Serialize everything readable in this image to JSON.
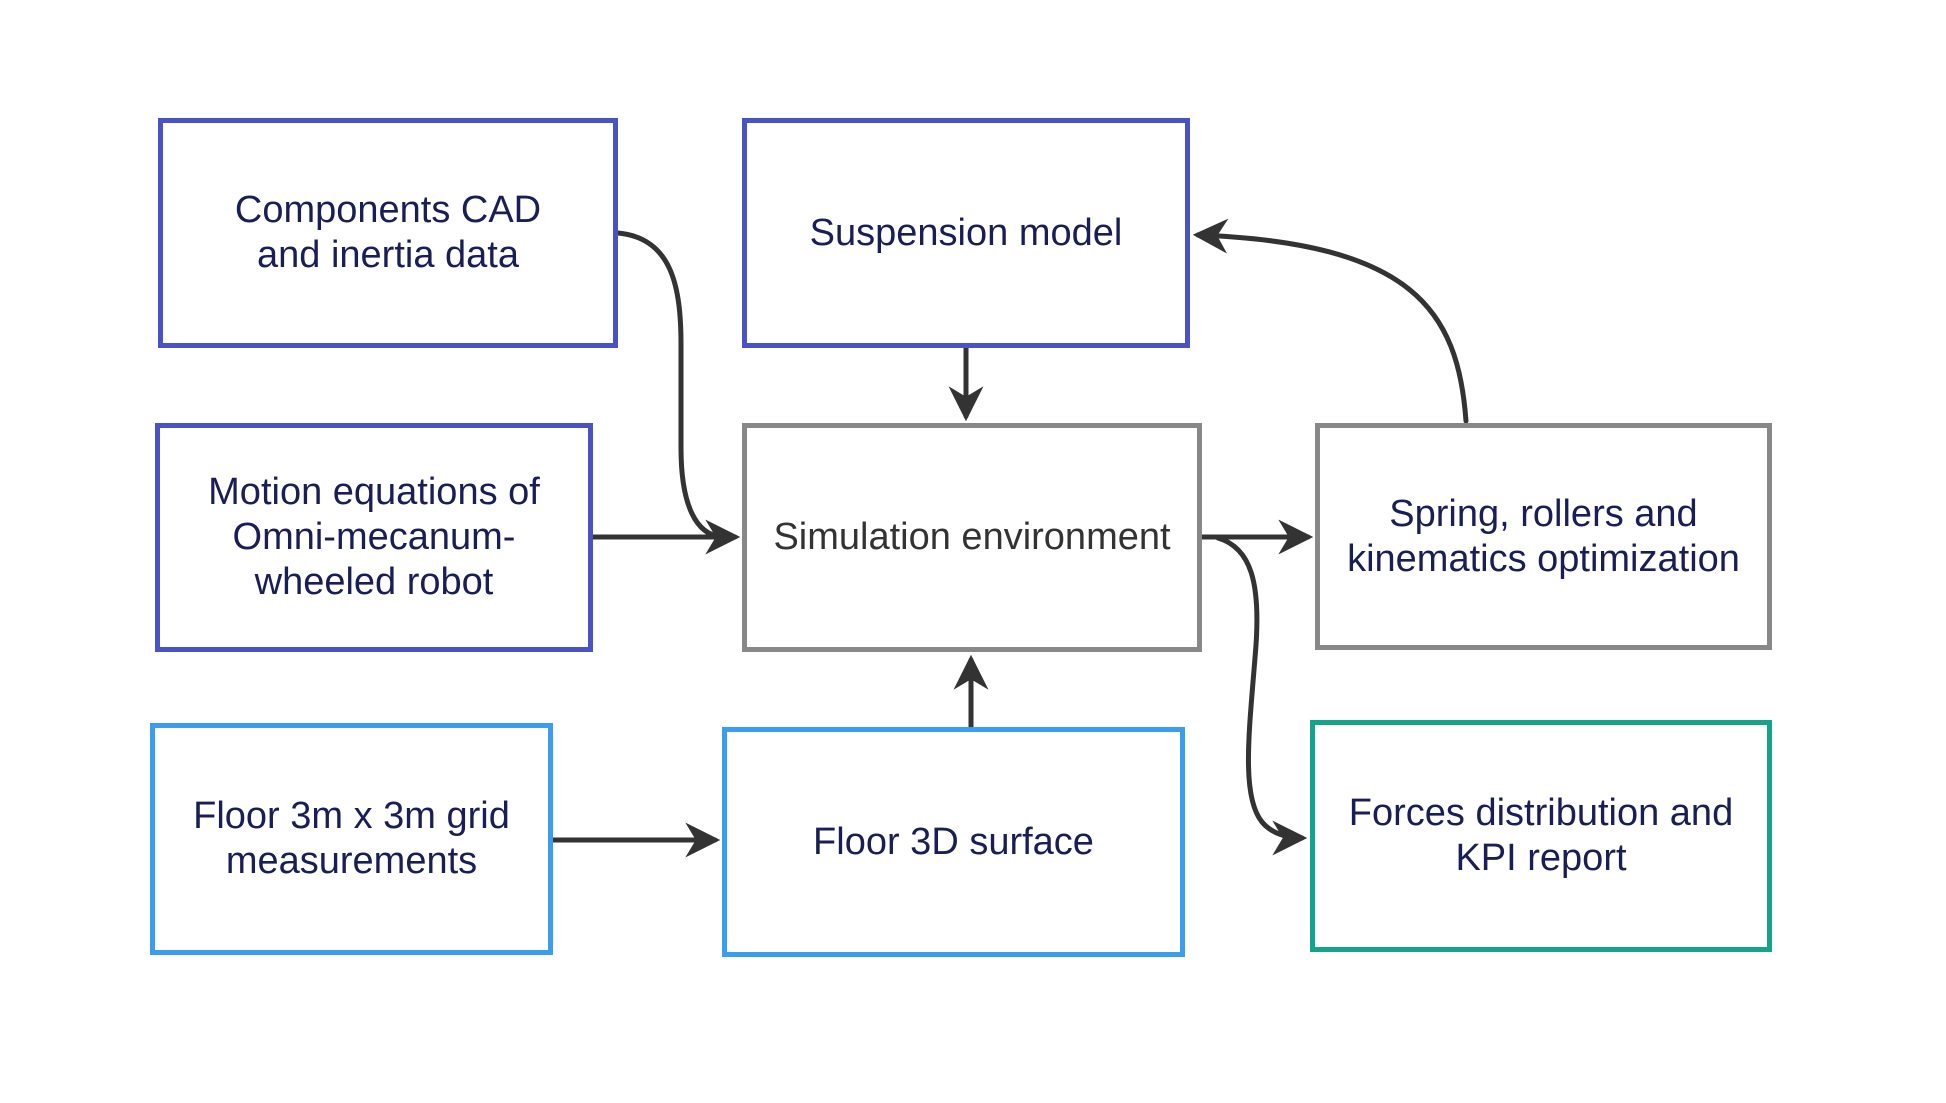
{
  "diagram": {
    "background_color": "#ffffff",
    "arrow_color": "#333333",
    "nodes": [
      {
        "id": "components-cad",
        "label": "Components CAD\nand inertia data",
        "border_color": "#4a53c5",
        "text_color": "#1a1e56"
      },
      {
        "id": "suspension-model",
        "label": "Suspension model",
        "border_color": "#4a53c5",
        "text_color": "#1a1e56"
      },
      {
        "id": "motion-equations",
        "label": "Motion equations of\nOmni-mecanum-\nwheeled robot",
        "border_color": "#4a53c5",
        "text_color": "#1a1e56"
      },
      {
        "id": "simulation-environment",
        "label": "Simulation environment",
        "border_color": "#888888",
        "text_color": "#333333"
      },
      {
        "id": "spring-rollers-optimization",
        "label": "Spring, rollers and\nkinematics optimization",
        "border_color": "#888888",
        "text_color": "#1a1e56"
      },
      {
        "id": "floor-grid-measurements",
        "label": "Floor 3m x 3m grid\nmeasurements",
        "border_color": "#3b9df1",
        "text_color": "#1a1e56"
      },
      {
        "id": "floor-3d-surface",
        "label": "Floor 3D surface",
        "border_color": "#3b9df1",
        "text_color": "#1a1e56"
      },
      {
        "id": "forces-kpi-report",
        "label": "Forces distribution and\nKPI report",
        "border_color": "#14a38b",
        "text_color": "#1a1e56"
      }
    ],
    "edges": [
      {
        "from": "components-cad",
        "to": "simulation-environment"
      },
      {
        "from": "motion-equations",
        "to": "simulation-environment"
      },
      {
        "from": "suspension-model",
        "to": "simulation-environment"
      },
      {
        "from": "simulation-environment",
        "to": "spring-rollers-optimization"
      },
      {
        "from": "spring-rollers-optimization",
        "to": "suspension-model"
      },
      {
        "from": "floor-grid-measurements",
        "to": "floor-3d-surface"
      },
      {
        "from": "floor-3d-surface",
        "to": "simulation-environment"
      },
      {
        "from": "simulation-environment",
        "to": "forces-kpi-report"
      }
    ]
  }
}
